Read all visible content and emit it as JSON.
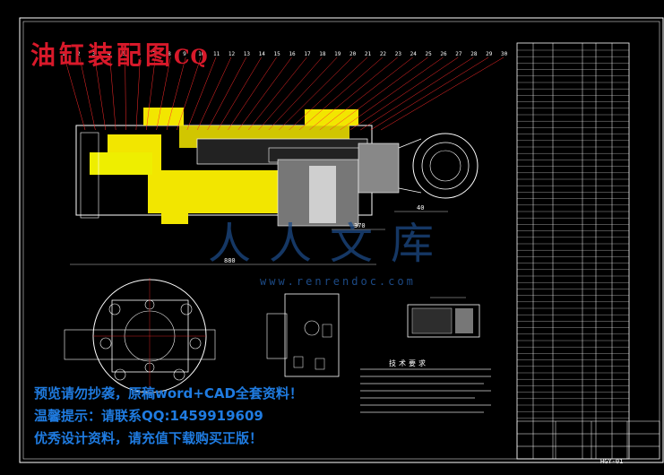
{
  "drawing": {
    "title": "油缸装配图",
    "title_suffix": "CQ",
    "watermark": "人人文库",
    "watermark_url": "www.renrendoc.com",
    "tech_requirements_heading": "技术要求",
    "dimension_overall": "880",
    "dimension_stroke": "370",
    "dimension_rod": "40",
    "drawing_code": "HGY-01",
    "colors": {
      "frame": "#ffffff",
      "section": "#f2e600",
      "leader": "#ff2a2a",
      "hatch": "#2ec8c8",
      "title": "#d8192a",
      "notice": "#1f7be0"
    }
  },
  "notices": {
    "line1": "预览请勿抄袭，原稿word+CAD全套资料！",
    "line2": "温馨提示：请联系QQ:1459919609",
    "line3": "优秀设计资料，请充值下载购买正版！"
  },
  "balloons": [
    "1",
    "2",
    "3",
    "4",
    "5",
    "6",
    "7",
    "8",
    "9",
    "10",
    "11",
    "12",
    "13",
    "14",
    "15",
    "16",
    "17",
    "18",
    "19",
    "20",
    "21",
    "22",
    "23",
    "24",
    "25",
    "26",
    "27",
    "28",
    "29",
    "30"
  ]
}
